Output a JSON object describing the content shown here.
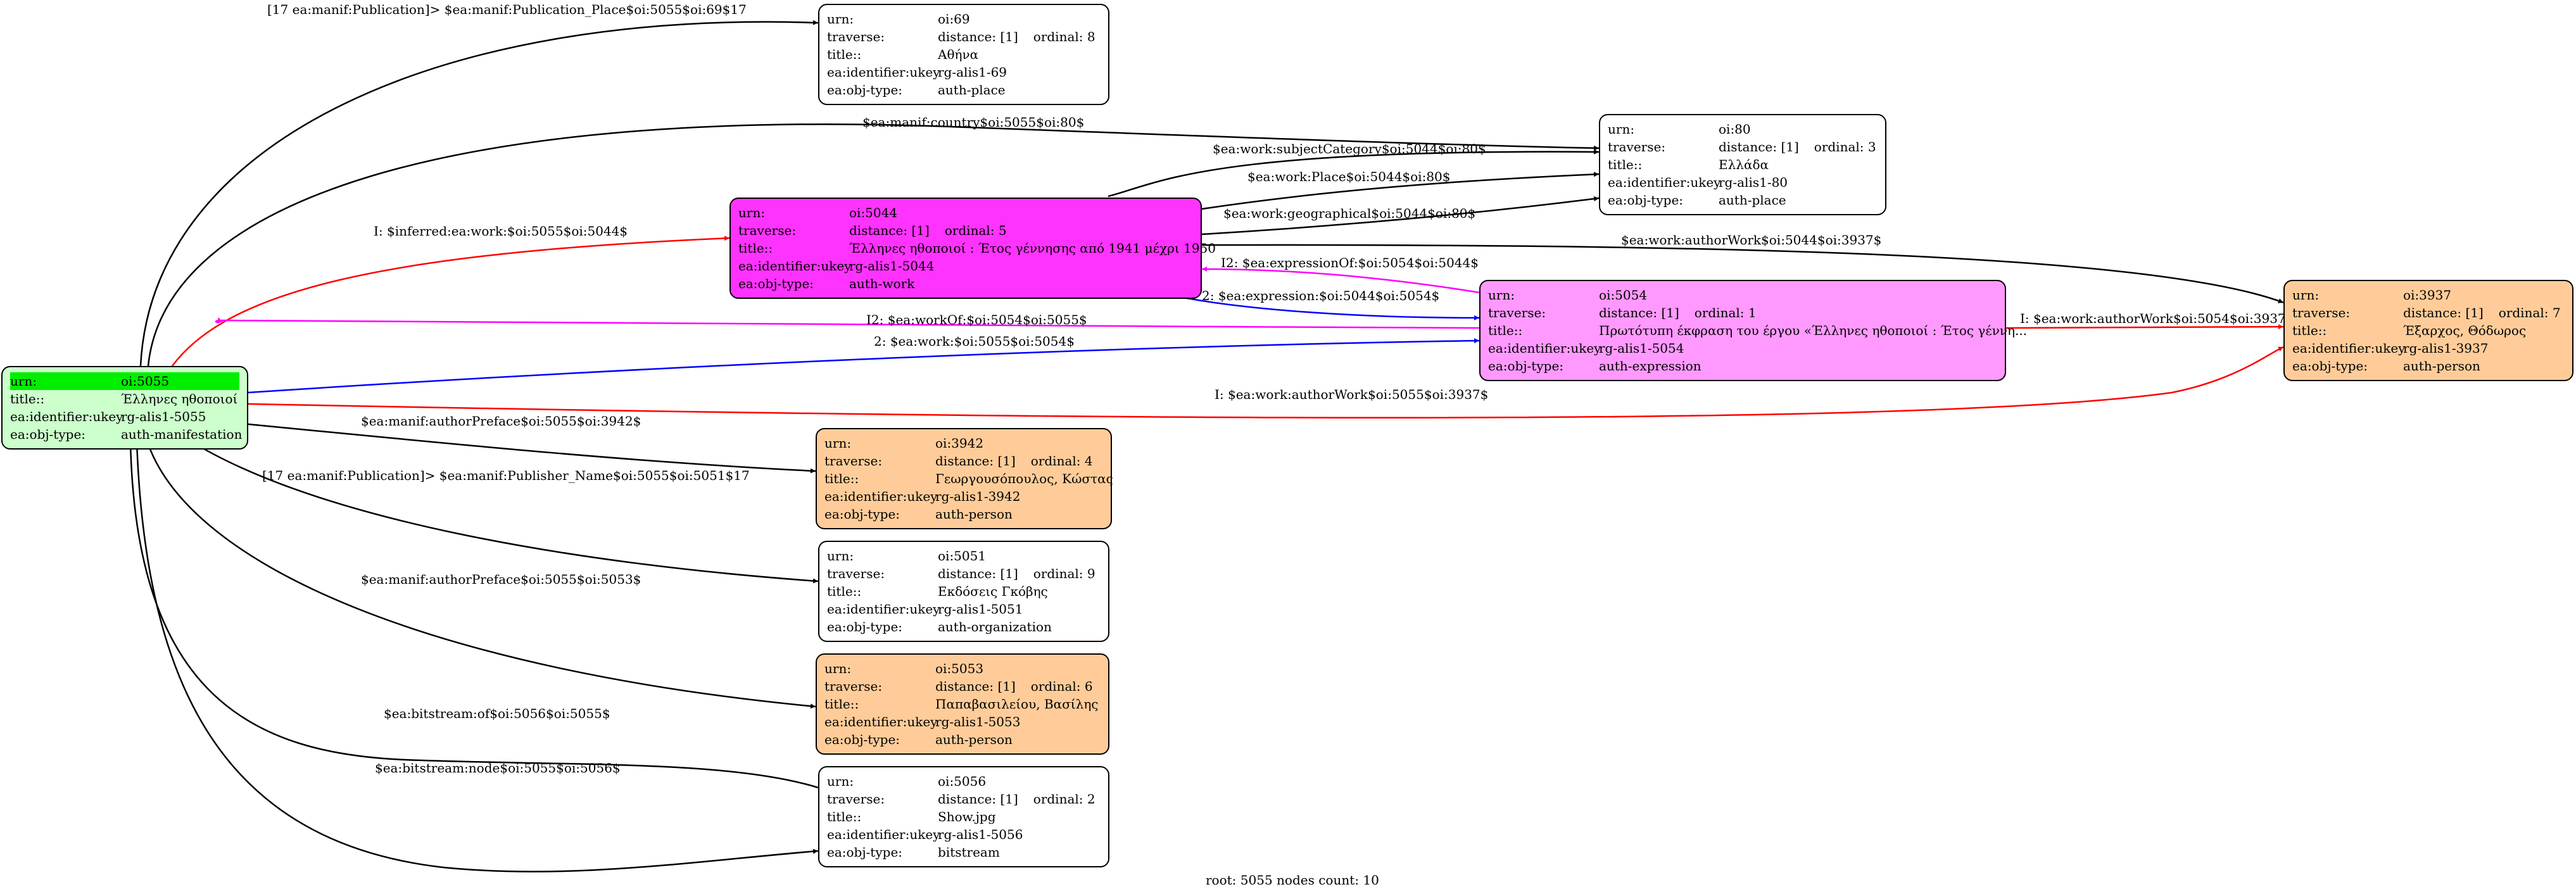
{
  "colors": {
    "white": "#ffffff",
    "manifestation": "#ccffcc",
    "work": "#ff33ff",
    "expression": "#ff99ff",
    "person": "#ffcc99",
    "highlight": "#00ee00",
    "edge_black": "#000000",
    "edge_red": "#ff0000",
    "edge_blue": "#0000ff",
    "edge_magenta": "#ff00ff"
  },
  "labels": {
    "urn": "urn:",
    "traverse": "traverse:",
    "title": "title::",
    "ukey": "ea:identifier:ukey",
    "objtype": "ea:obj-type:"
  },
  "nodes": {
    "n5055": {
      "urn": "oi:5055",
      "title": "Έλληνες ηθοποιοί",
      "ukey": "rg-alis1-5055",
      "objtype": "auth-manifestation"
    },
    "n69": {
      "urn": "oi:69",
      "distance": "distance: [1]",
      "ordinal": "ordinal: 8",
      "title": "Αθήνα",
      "ukey": "rg-alis1-69",
      "objtype": "auth-place"
    },
    "n80": {
      "urn": "oi:80",
      "distance": "distance: [1]",
      "ordinal": "ordinal: 3",
      "title": "Ελλάδα",
      "ukey": "rg-alis1-80",
      "objtype": "auth-place"
    },
    "n5044": {
      "urn": "oi:5044",
      "distance": "distance: [1]",
      "ordinal": "ordinal: 5",
      "title": "Έλληνες ηθοποιοί : Έτος γέννησης από 1941 μέχρι 1950",
      "ukey": "rg-alis1-5044",
      "objtype": "auth-work"
    },
    "n5054": {
      "urn": "oi:5054",
      "distance": "distance: [1]",
      "ordinal": "ordinal: 1",
      "title": "Πρωτότυπη έκφραση του έργου «Έλληνες ηθοποιοί : Έτος γέννη...",
      "ukey": "rg-alis1-5054",
      "objtype": "auth-expression"
    },
    "n3937": {
      "urn": "oi:3937",
      "distance": "distance: [1]",
      "ordinal": "ordinal: 7",
      "title": "Έξαρχος, Θόδωρος",
      "ukey": "rg-alis1-3937",
      "objtype": "auth-person"
    },
    "n3942": {
      "urn": "oi:3942",
      "distance": "distance: [1]",
      "ordinal": "ordinal: 4",
      "title": "Γεωργουσόπουλος, Κώστας",
      "ukey": "rg-alis1-3942",
      "objtype": "auth-person"
    },
    "n5051": {
      "urn": "oi:5051",
      "distance": "distance: [1]",
      "ordinal": "ordinal: 9",
      "title": "Εκδόσεις Γκόβης",
      "ukey": "rg-alis1-5051",
      "objtype": "auth-organization"
    },
    "n5053": {
      "urn": "oi:5053",
      "distance": "distance: [1]",
      "ordinal": "ordinal: 6",
      "title": "Παπαβασιλείου, Βασίλης",
      "ukey": "rg-alis1-5053",
      "objtype": "auth-person"
    },
    "n5056": {
      "urn": "oi:5056",
      "distance": "distance: [1]",
      "ordinal": "ordinal: 2",
      "title": "Show.jpg",
      "ukey": "rg-alis1-5056",
      "objtype": "bitstream"
    }
  },
  "edges": {
    "e_pubplace": "[17 ea:manif:Publication]> $ea:manif:Publication_Place$oi:5055$oi:69$17",
    "e_country": "$ea:manif:country$oi:5055$oi:80$",
    "e_subjcat": "$ea:work:subjectCategory$oi:5044$oi:80$",
    "e_place": "$ea:work:Place$oi:5044$oi:80$",
    "e_geo": "$ea:work:geographical$oi:5044$oi:80$",
    "e_inferred": "I: $inferred:ea:work:$oi:5055$oi:5044$",
    "e_authwork_5044": "$ea:work:authorWork$oi:5044$oi:3937$",
    "e_exprOf": "I2: $ea:expressionOf:$oi:5054$oi:5044$",
    "e_expression": "2: $ea:expression:$oi:5044$oi:5054$",
    "e_workOf": "I2: $ea:workOf:$oi:5054$oi:5055$",
    "e_work": "2: $ea:work:$oi:5055$oi:5054$",
    "e_authwork_5054": "I: $ea:work:authorWork$oi:5054$oi:3937$",
    "e_authwork_5055": "I: $ea:work:authorWork$oi:5055$oi:3937$",
    "e_preface_3942": "$ea:manif:authorPreface$oi:5055$oi:3942$",
    "e_publisher": "[17 ea:manif:Publication]> $ea:manif:Publisher_Name$oi:5055$oi:5051$17",
    "e_preface_5053": "$ea:manif:authorPreface$oi:5055$oi:5053$",
    "e_bitOf": "$ea:bitstream:of$oi:5056$oi:5055$",
    "e_bitNode": "$ea:bitstream:node$oi:5055$oi:5056$"
  },
  "footer": "root: 5055 nodes count: 10"
}
